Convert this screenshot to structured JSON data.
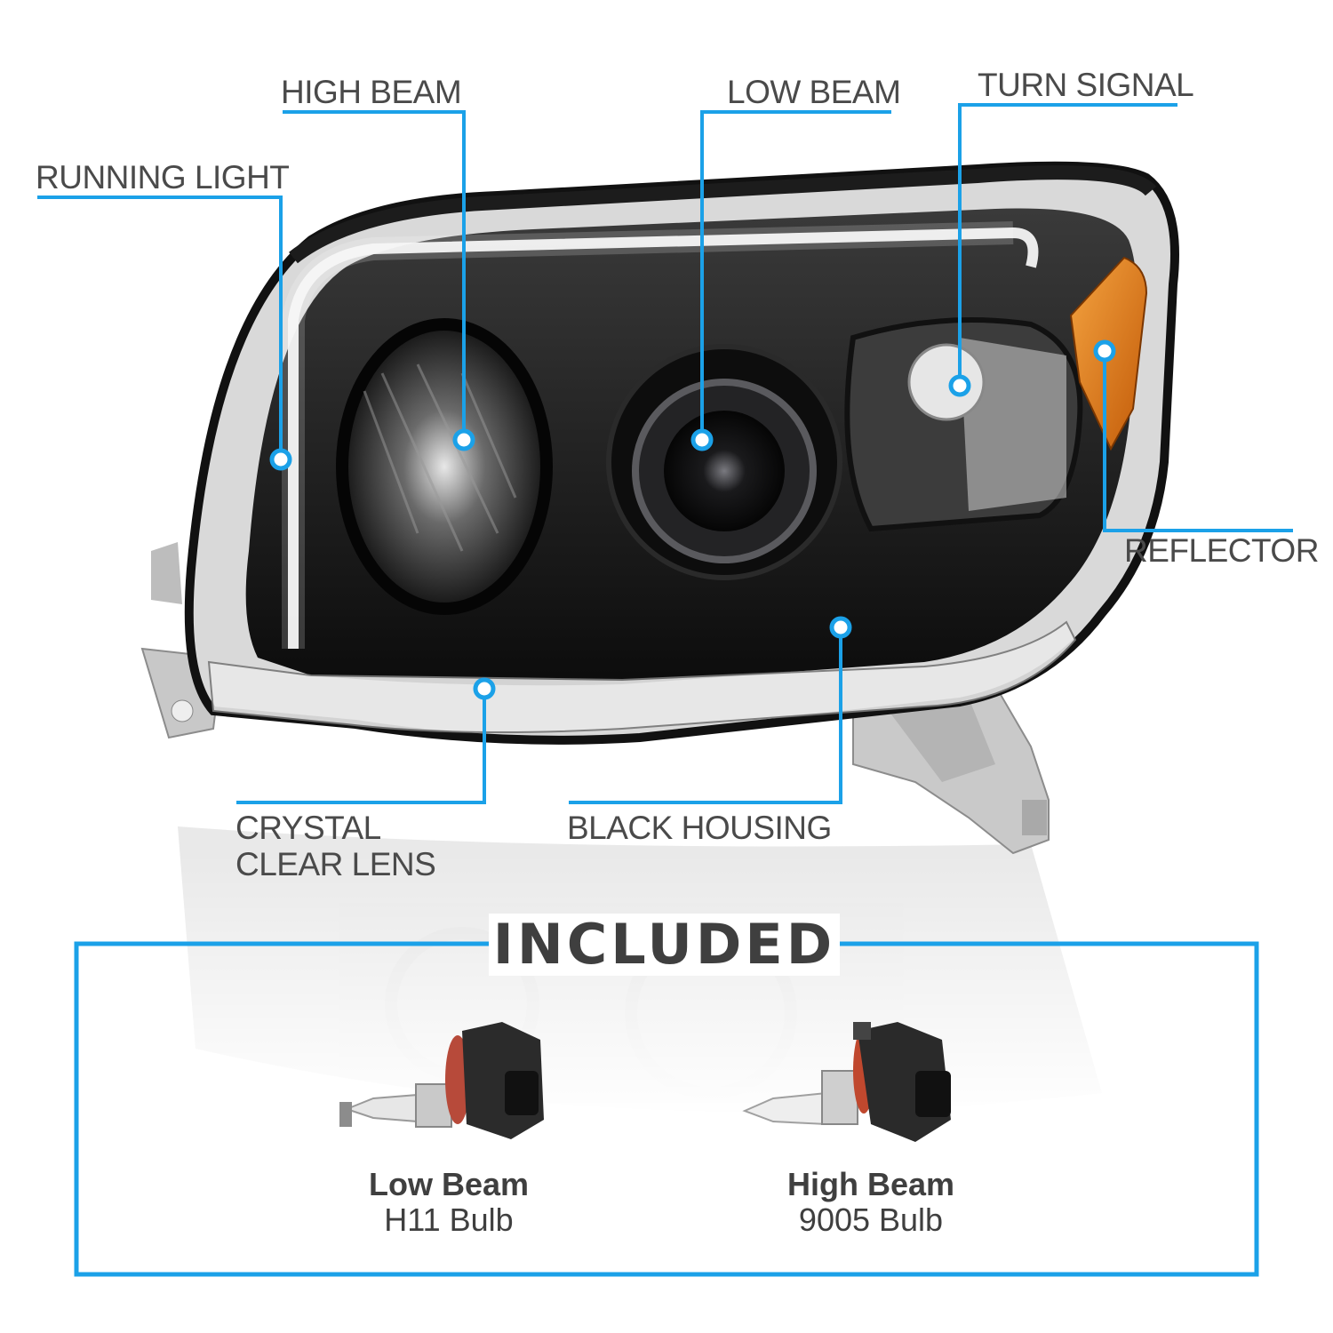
{
  "accent_color": "#1ba1e8",
  "callouts": {
    "running_light": "RUNNING LIGHT",
    "high_beam": "HIGH BEAM",
    "low_beam": "LOW BEAM",
    "turn_signal": "TURN SIGNAL",
    "reflector": "REFLECTOR",
    "crystal_lens_line1": "CRYSTAL",
    "crystal_lens_line2": "CLEAR LENS",
    "black_housing": "BLACK HOUSING"
  },
  "included": {
    "title": "INCLUDED",
    "bulbs": [
      {
        "name": "Low Beam",
        "type": "H11 Bulb",
        "icon": "h11-bulb-icon"
      },
      {
        "name": "High Beam",
        "type": "9005 Bulb",
        "icon": "9005-bulb-icon"
      }
    ]
  }
}
